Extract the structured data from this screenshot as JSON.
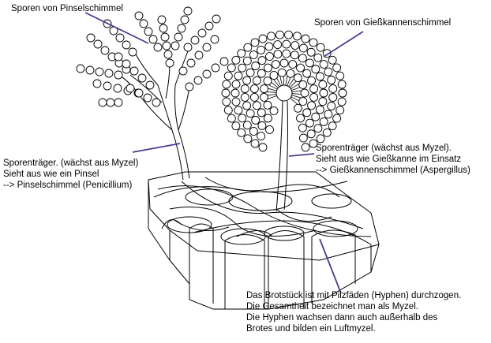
{
  "labels": {
    "pinsel_spores": "Sporen von Pinselschimmel",
    "giesskanne_spores": "Sporen von Gießkannenschimmel",
    "pinsel_traeger": [
      "Sporenträger. (wächst aus Myzel)",
      "Sieht aus wie ein Pinsel",
      "--> Pinselschimmel (Penicillium)"
    ],
    "giesskanne_traeger": [
      "Sporenträger (wächst aus Myzel).",
      "Sieht aus wie Gießkanne im Einsatz",
      "--> Gießkannenschimmel (Aspergillus)"
    ],
    "brot": [
      "Das Brotstück ist mit Pilzfäden (Hyphen) durchzogen.",
      "Die Gesamtheit bezeichnet man als Myzel.",
      "Die Hyphen wachsen dann auch außerhalb des",
      "Brotes und bilden ein Luftmyzel."
    ]
  },
  "colors": {
    "pointer_line": "#4b3d8f",
    "ink": "#000000",
    "background": "#ffffff"
  }
}
